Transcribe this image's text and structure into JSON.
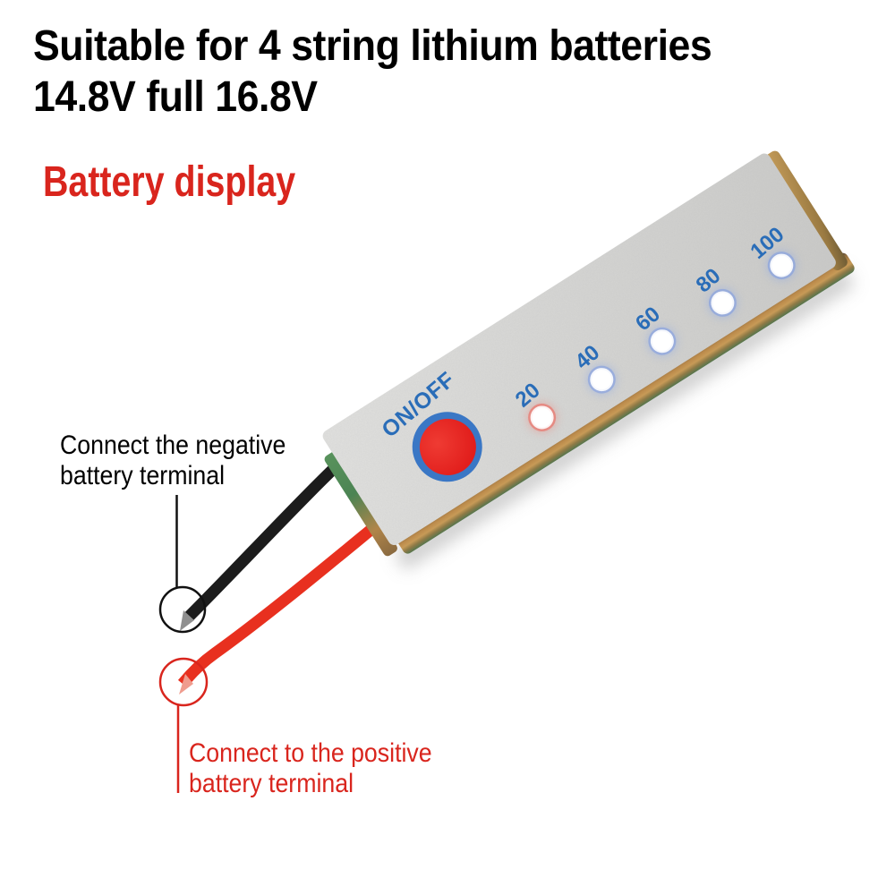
{
  "title": {
    "line1": "Suitable for 4 string lithium batteries",
    "line2": "14.8V full 16.8V"
  },
  "section_label": "Battery display",
  "module": {
    "power_button": "ON/OFF",
    "led_percent_labels": [
      "20",
      "40",
      "60",
      "80",
      "100"
    ]
  },
  "callouts": {
    "negative": {
      "line1": "Connect the negative",
      "line2": "battery terminal"
    },
    "positive": {
      "line1": "Connect to the positive",
      "line2": "battery terminal"
    }
  },
  "colors": {
    "accent_red": "#d9251d",
    "label_blue": "#2a6db8",
    "button_red": "#e7231f",
    "button_ring_blue": "#3a77c5",
    "wire_black": "#1c1c1c",
    "wire_red": "#e8301f",
    "board_gray": "#d8d8d6"
  }
}
